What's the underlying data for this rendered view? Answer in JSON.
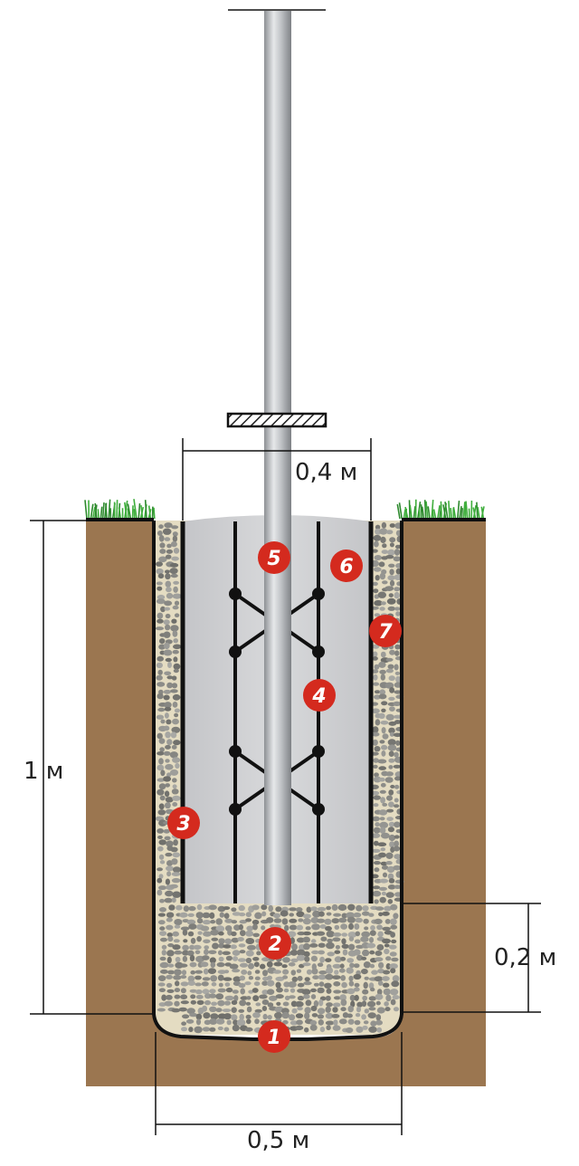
{
  "dimensions": {
    "top_width": "0,4 м",
    "depth": "1 м",
    "gravel_bed": "0,2 м",
    "bottom_width": "0,5 м"
  },
  "markers": [
    "1",
    "2",
    "3",
    "4",
    "5",
    "6",
    "7"
  ],
  "colors": {
    "soil": "#9b7650",
    "grass": "#3fae3c",
    "gravel_fill": "#e4dcc2",
    "pebble": "#8f8f8f",
    "concrete": "#cfd0d3",
    "pole": "#b5b8bb",
    "rebar": "#1a1a1a",
    "marker": "#d42a1e"
  }
}
